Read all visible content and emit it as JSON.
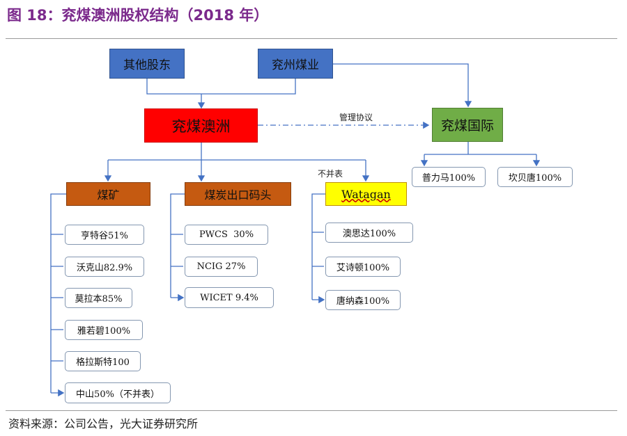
{
  "title": "图 18：兖煤澳洲股权结构（2018 年）",
  "nodes": {
    "other_shareholders": "其他股东",
    "yanzhou_coal": "兖州煤业",
    "yancoal_australia": "兖煤澳洲",
    "yancoal_international": "兖煤国际",
    "coal_mines": "煤矿",
    "coal_terminals": "煤炭出口码头",
    "watagan": "Watagan"
  },
  "edge_labels": {
    "management_agreement": "管理协议",
    "not_consolidated": "不并表"
  },
  "coal_mines": [
    "亨特谷51%",
    "沃克山82.9%",
    "莫拉本85%",
    "雅若碧100%",
    "格拉斯特100",
    "中山50%（不并表）"
  ],
  "coal_terminals": [
    "PWCS  30%",
    "NCIG 27%",
    "WICET 9.4%"
  ],
  "watagan_subs": [
    "澳思达100%",
    "艾诗顿100%",
    "唐纳森100%"
  ],
  "international_subs": [
    "普力马100%",
    "坎贝唐100%"
  ],
  "source": "资料来源：公司公告，光大证券研究所",
  "colors": {
    "title": "#7b2a8c",
    "blue": "#4472c4",
    "red": "#ff0000",
    "green": "#70ad47",
    "orange": "#c55a11",
    "yellow": "#ffff00",
    "line": "#4472c4"
  }
}
